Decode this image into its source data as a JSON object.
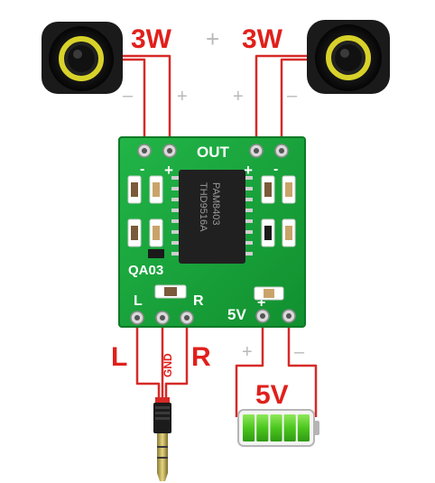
{
  "labels": {
    "power_left": "3W",
    "power_right": "3W",
    "center_plus": "+",
    "spk_left_minus": "–",
    "spk_left_plus": "+",
    "spk_right_plus": "+",
    "spk_right_minus": "–",
    "input_left": "L",
    "input_right": "R",
    "input_gnd": "GND",
    "battery_label": "5V",
    "battery_plus": "+",
    "battery_minus": "–"
  },
  "board": {
    "out_label": "OUT",
    "out_minus_left": "-",
    "out_plus_left": "+",
    "out_plus_right": "+",
    "out_minus_right": "-",
    "model": "QA03",
    "silk_l": "L",
    "silk_r": "R",
    "silk_5v": "5V",
    "silk_5v_plus": "+",
    "chip_line1": "PAM8403",
    "chip_line2": "THD9516A"
  },
  "battery": {
    "level_fraction": 1.0,
    "cells": 5
  },
  "colors": {
    "wire_red": "#d62a27",
    "pcb_green": "#1aa63d",
    "battery_green": "#4cc61e",
    "label_red": "#e0201c"
  },
  "icons": [
    "speaker-icon",
    "battery-icon",
    "audio-jack-icon"
  ]
}
